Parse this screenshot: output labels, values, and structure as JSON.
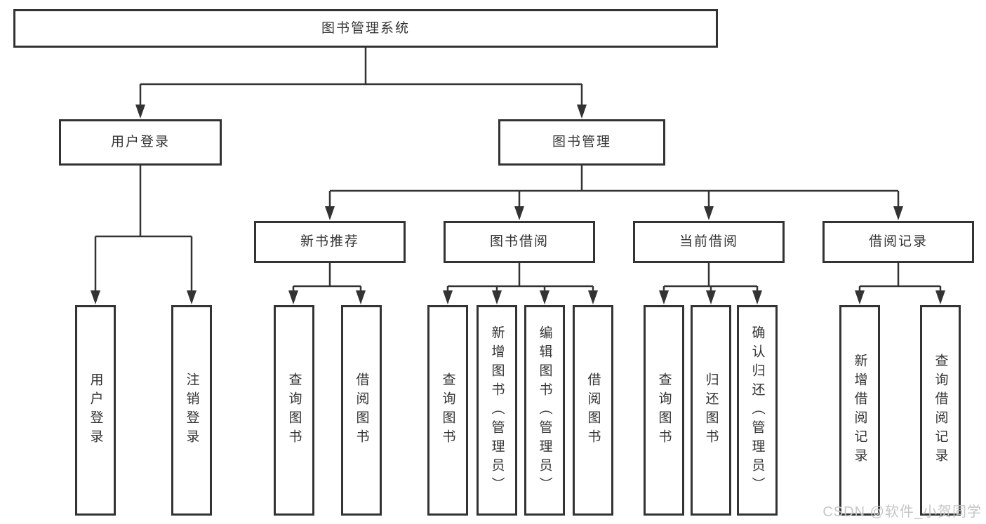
{
  "diagram": {
    "title": "图书管理系统",
    "root": {
      "label": "图书管理系统"
    },
    "level2": [
      {
        "label": "用户登录"
      },
      {
        "label": "图书管理"
      }
    ],
    "level3": [
      {
        "label": "新书推荐"
      },
      {
        "label": "图书借阅"
      },
      {
        "label": "当前借阅"
      },
      {
        "label": "借阅记录"
      }
    ],
    "leaves": {
      "user_login": [
        "用户登录",
        "注销登录"
      ],
      "new_book": [
        "查询图书",
        "借阅图书"
      ],
      "borrow": [
        "查询图书",
        "新增图书（管理员）",
        "编辑图书（管理员）",
        "借阅图书"
      ],
      "current": [
        "查询图书",
        "归还图书",
        "确认归还（管理员）"
      ],
      "records": [
        "新增借阅记录",
        "查询借阅记录"
      ]
    }
  },
  "watermark": {
    "text": "CSDN @软件_小贺同学"
  },
  "colors": {
    "line": "#333333",
    "text": "#333333",
    "background": "#ffffff",
    "watermark": "#c6c6c6"
  }
}
